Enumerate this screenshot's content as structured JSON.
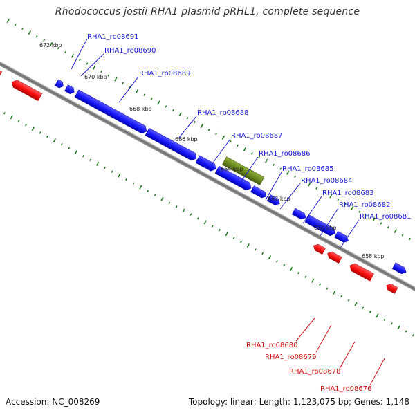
{
  "title": "Rhodococcus jostii RHA1 plasmid pRHL1, complete sequence",
  "footer": {
    "accession": "Accession: NC_008269",
    "stats": "Topology: linear; Length: 1,123,075 bp; Genes: 1,148"
  },
  "colors": {
    "forward_gene": "#1a1aff",
    "reverse_gene": "#ff1010",
    "highlight_gene": "#6b8a1f",
    "backbone": "#7a7a7a",
    "tick": "#1a7a1a",
    "forward_label": "#1a1acc",
    "reverse_label": "#cc1010"
  },
  "kbp_labels": [
    "672 kbp",
    "670 kbp",
    "668 kbp",
    "666 kbp",
    "664 kbp",
    "662 kbp",
    "660 kbp",
    "658 kbp"
  ],
  "forward_gene_labels": [
    "RHA1_ro08691",
    "RHA1_ro08690",
    "RHA1_ro08689",
    "RHA1_ro08688",
    "RHA1_ro08687",
    "RHA1_ro08686",
    "RHA1_ro08685",
    "RHA1_ro08684",
    "RHA1_ro08683",
    "RHA1_ro08682",
    "RHA1_ro08681"
  ],
  "reverse_gene_labels": [
    "RHA1_ro08680",
    "RHA1_ro08679",
    "RHA1_ro08678",
    "RHA1_ro08676"
  ]
}
